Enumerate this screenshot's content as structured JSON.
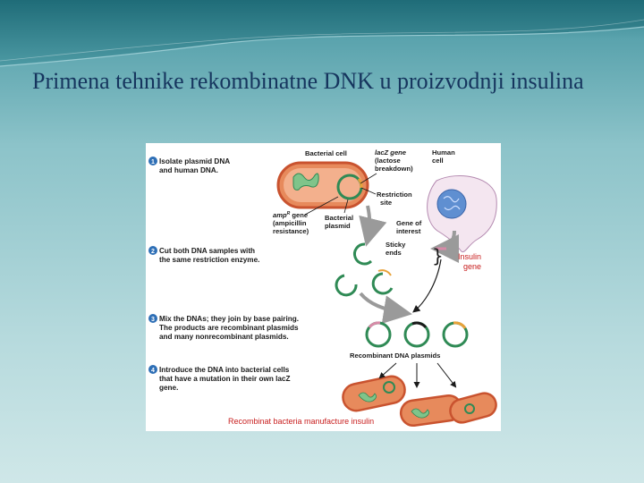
{
  "slide": {
    "title": "Primena tehnike rekombinatne DNK u proizvodnji insulina"
  },
  "figure": {
    "steps": [
      {
        "number": "1",
        "lines": [
          "Isolate plasmid DNA",
          "and human DNA."
        ]
      },
      {
        "number": "2",
        "lines": [
          "Cut both DNA samples with",
          "the same restriction enzyme."
        ]
      },
      {
        "number": "3",
        "lines": [
          "Mix the DNAs; they join by base pairing.",
          "The products are recombinant plasmids",
          "and many nonrecombinant plasmids."
        ]
      },
      {
        "number": "4",
        "lines": [
          "Introduce the DNA into bacterial cells",
          "that have a mutation in their own lacZ",
          "gene."
        ]
      }
    ],
    "labels": {
      "bacterial_cell": "Bacterial cell",
      "lacz_gene": [
        "lacZ gene",
        "(lactose",
        "breakdown)"
      ],
      "human_cell": [
        "Human",
        "cell"
      ],
      "restriction_site": [
        "Restriction",
        "site"
      ],
      "ampr_gene": [
        "amp",
        "R",
        " gene",
        "(ampicillin",
        "resistance)"
      ],
      "bacterial_plasmid": [
        "Bacterial",
        "plasmid"
      ],
      "gene_of_interest": [
        "Gene of",
        "interest"
      ],
      "sticky_ends": [
        "Sticky",
        "ends"
      ],
      "insulin_gene": [
        "Insulin",
        "gene"
      ],
      "recombinant_plasmids": "Recombinant DNA plasmids",
      "caption": "Recombinat bacteria manufacture insulin"
    },
    "colors": {
      "plasmid_green": "#2f8a55",
      "lacz_orange": "#e8a23a",
      "insulin_pink": "#d88aa8",
      "bacterium_fill": "#e78a5c",
      "bacterium_rim": "#c9532f",
      "human_cell_fill": "#f4e6f0",
      "nucleus_blue": "#5f8fd1",
      "step_badge": "#2e6fb6",
      "arrow_gray": "#9a9a9a",
      "red_text": "#c81e1e"
    }
  }
}
